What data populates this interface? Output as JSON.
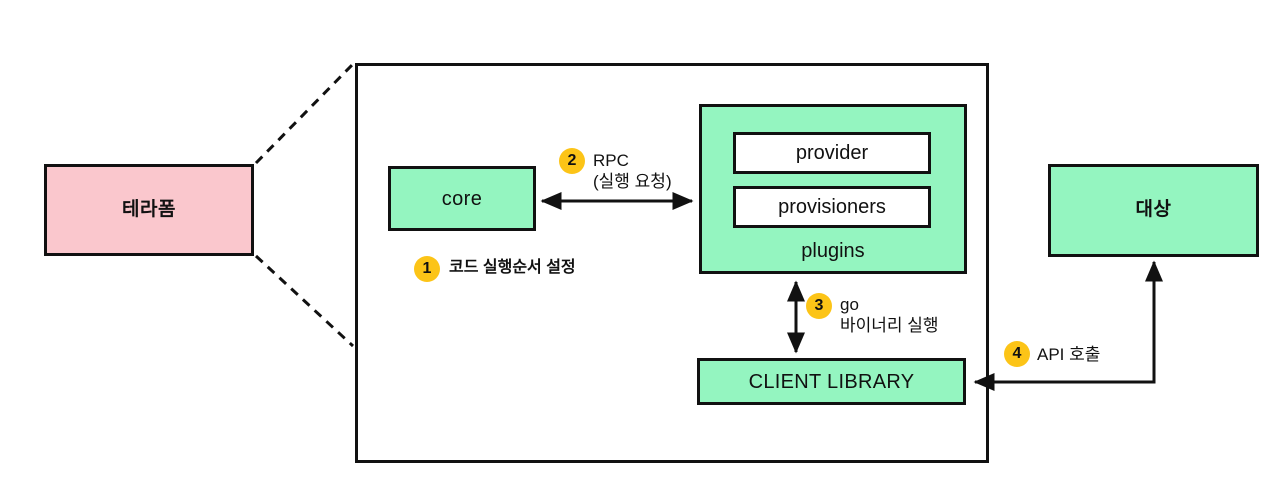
{
  "diagram": {
    "title_nodes": {
      "terraform": "테라폼",
      "core": "core",
      "plugins": "plugins",
      "provider": "provider",
      "provisioners": "provisioners",
      "client_library": "CLIENT LIBRARY",
      "target": "대상"
    },
    "steps": [
      {
        "number": "1",
        "label": "코드 실행순서 설정"
      },
      {
        "number": "2",
        "label": "RPC\n(실행 요청)"
      },
      {
        "number": "3",
        "label": "go\n바이너리 실행"
      },
      {
        "number": "4",
        "label": "API 호출"
      }
    ],
    "colors": {
      "pink_fill": "#fac7cd",
      "green_fill": "#94f5c0",
      "white_fill": "#ffffff",
      "badge_fill": "#fcc417",
      "stroke": "#111111",
      "background": "#ffffff"
    }
  }
}
